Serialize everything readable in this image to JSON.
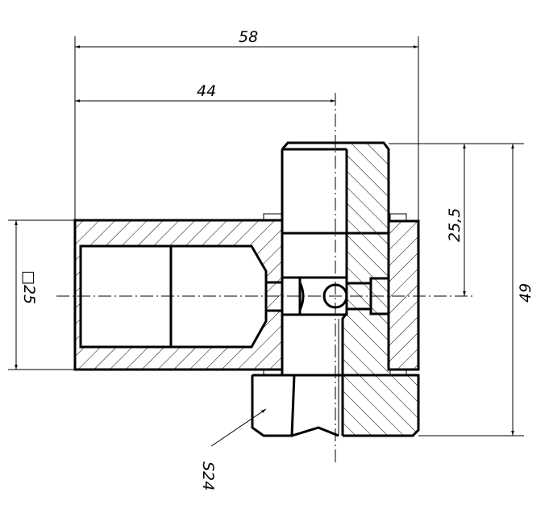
{
  "drawing": {
    "dimensions": {
      "overall_width": "58",
      "axis_offset": "44",
      "half_height": "25,5",
      "overall_height": "49",
      "square_size": "□25",
      "wrench_size": "S24"
    },
    "colors": {
      "line": "#000000",
      "background": "#ffffff"
    }
  }
}
